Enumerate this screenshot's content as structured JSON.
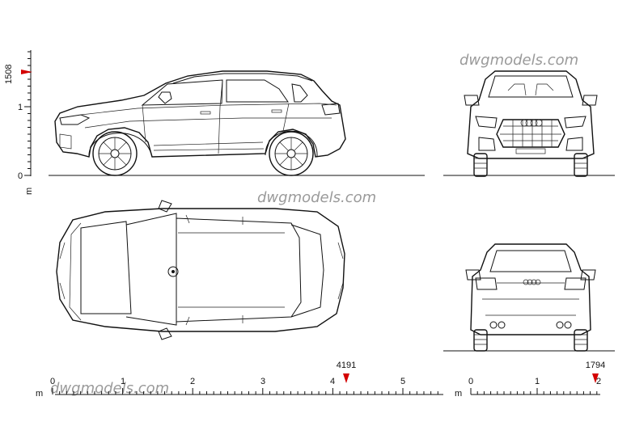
{
  "watermarks": [
    "dwgmodels.com",
    "dwgmodels.com",
    "dwgmodels.com"
  ],
  "vertical_scale": {
    "unit": "m",
    "ticks": [
      "0",
      "1"
    ],
    "marker": "1508"
  },
  "length_scale": {
    "unit": "m",
    "ticks": [
      "0",
      "1",
      "2",
      "3",
      "4",
      "5"
    ],
    "marker": "4191"
  },
  "width_scale": {
    "unit": "m",
    "ticks": [
      "0",
      "1",
      "2"
    ],
    "marker": "1794"
  },
  "colors": {
    "line": "#111111",
    "marker": "#d40000",
    "watermark": "#9a9a9a"
  }
}
